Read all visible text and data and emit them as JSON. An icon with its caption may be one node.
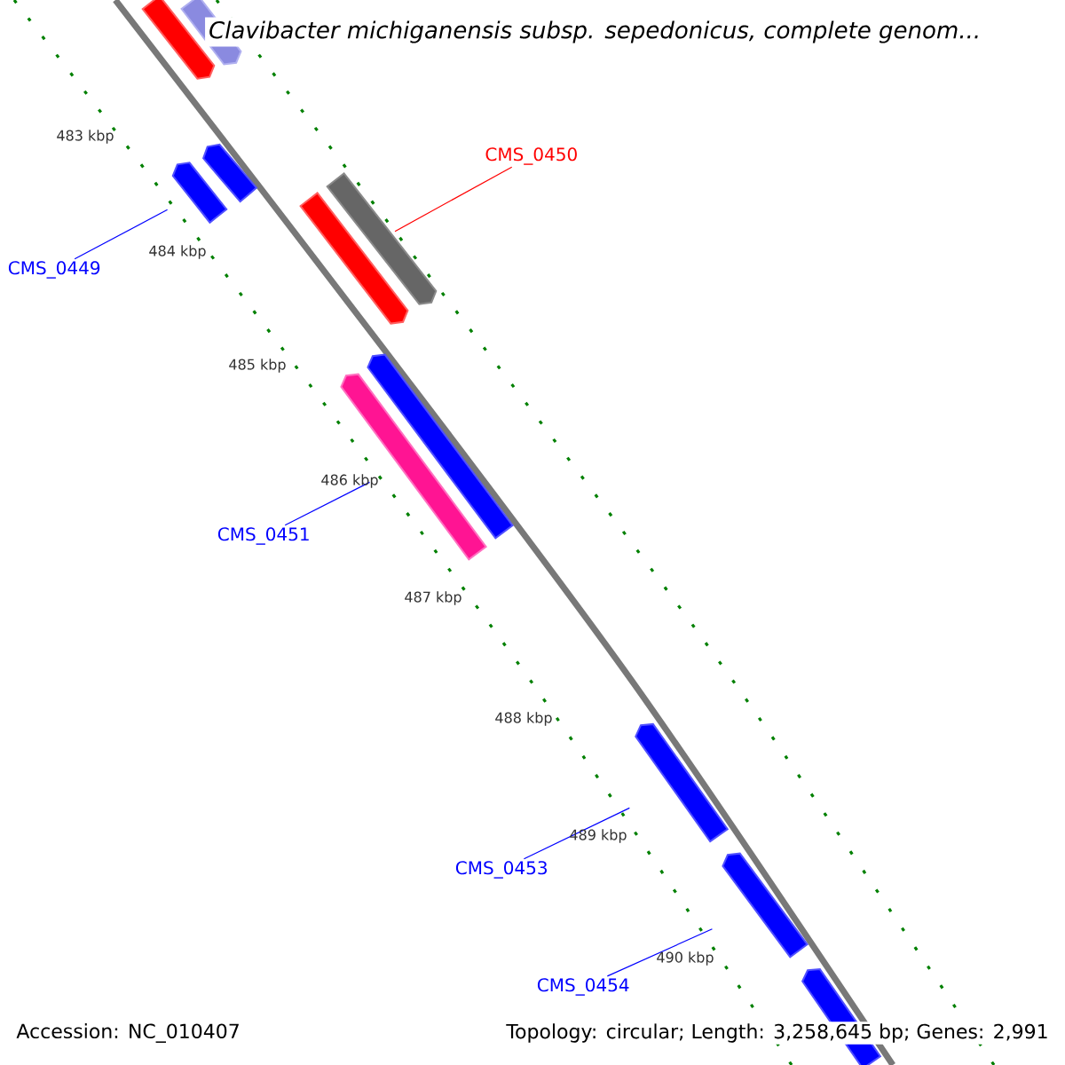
{
  "diagram": {
    "title": "Clavibacter michiganensis subsp. sepedonicus, complete genom...",
    "nodes": [
      {
        "text": [],
        "shape": "bar"
      },
      {
        "text": [],
        "shape": "bar"
      },
      {
        "text": [],
        "shape": "bar"
      },
      {
        "text": [],
        "shape": "bar"
      },
      {
        "text": [],
        "shape": "bar"
      },
      {
        "text": [],
        "shape": "bar"
      },
      {
        "text": [],
        "shape": "bar"
      },
      {
        "text": [],
        "shape": "bar"
      },
      {
        "text": [],
        "shape": "bar"
      },
      {
        "text": [],
        "shape": "bar"
      },
      {
        "text": [],
        "shape": "bar"
      },
      {
        "text": [
          "CMS_0450"
        ]
      },
      {
        "text": [
          "CMS_0449"
        ]
      },
      {
        "text": [
          "CMS_0451"
        ]
      },
      {
        "text": [
          "CMS_0453"
        ]
      },
      {
        "text": [
          "CMS_0454"
        ]
      }
    ],
    "edges": [
      {
        "from": 11,
        "to": 5,
        "arrow": "none",
        "color": "#ff0000"
      },
      {
        "from": 12,
        "to": 2,
        "arrow": "none"
      },
      {
        "from": 13,
        "to": 7,
        "arrow": "none"
      },
      {
        "from": 14,
        "to": 8,
        "arrow": "none"
      },
      {
        "from": 15,
        "to": 9,
        "arrow": "none"
      }
    ],
    "labels": [
      "483 kbp",
      "484 kbp",
      "485 kbp",
      "486 kbp",
      "487 kbp",
      "488 kbp",
      "489 kbp",
      "490 kbp",
      "Accession: NC_010407",
      "Topology: circular; Length: 3,258,645 bp; Genes: 2,991"
    ]
  }
}
